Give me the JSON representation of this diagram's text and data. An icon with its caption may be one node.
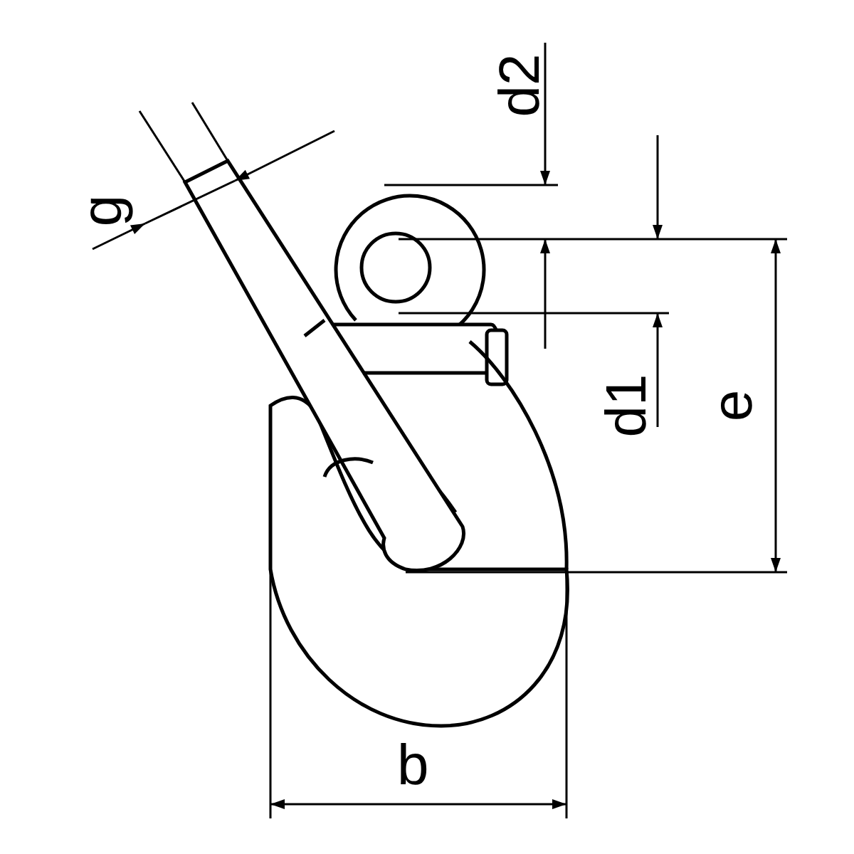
{
  "diagram": {
    "labels": [
      "d2",
      "g",
      "d1",
      "e",
      "b"
    ]
  }
}
